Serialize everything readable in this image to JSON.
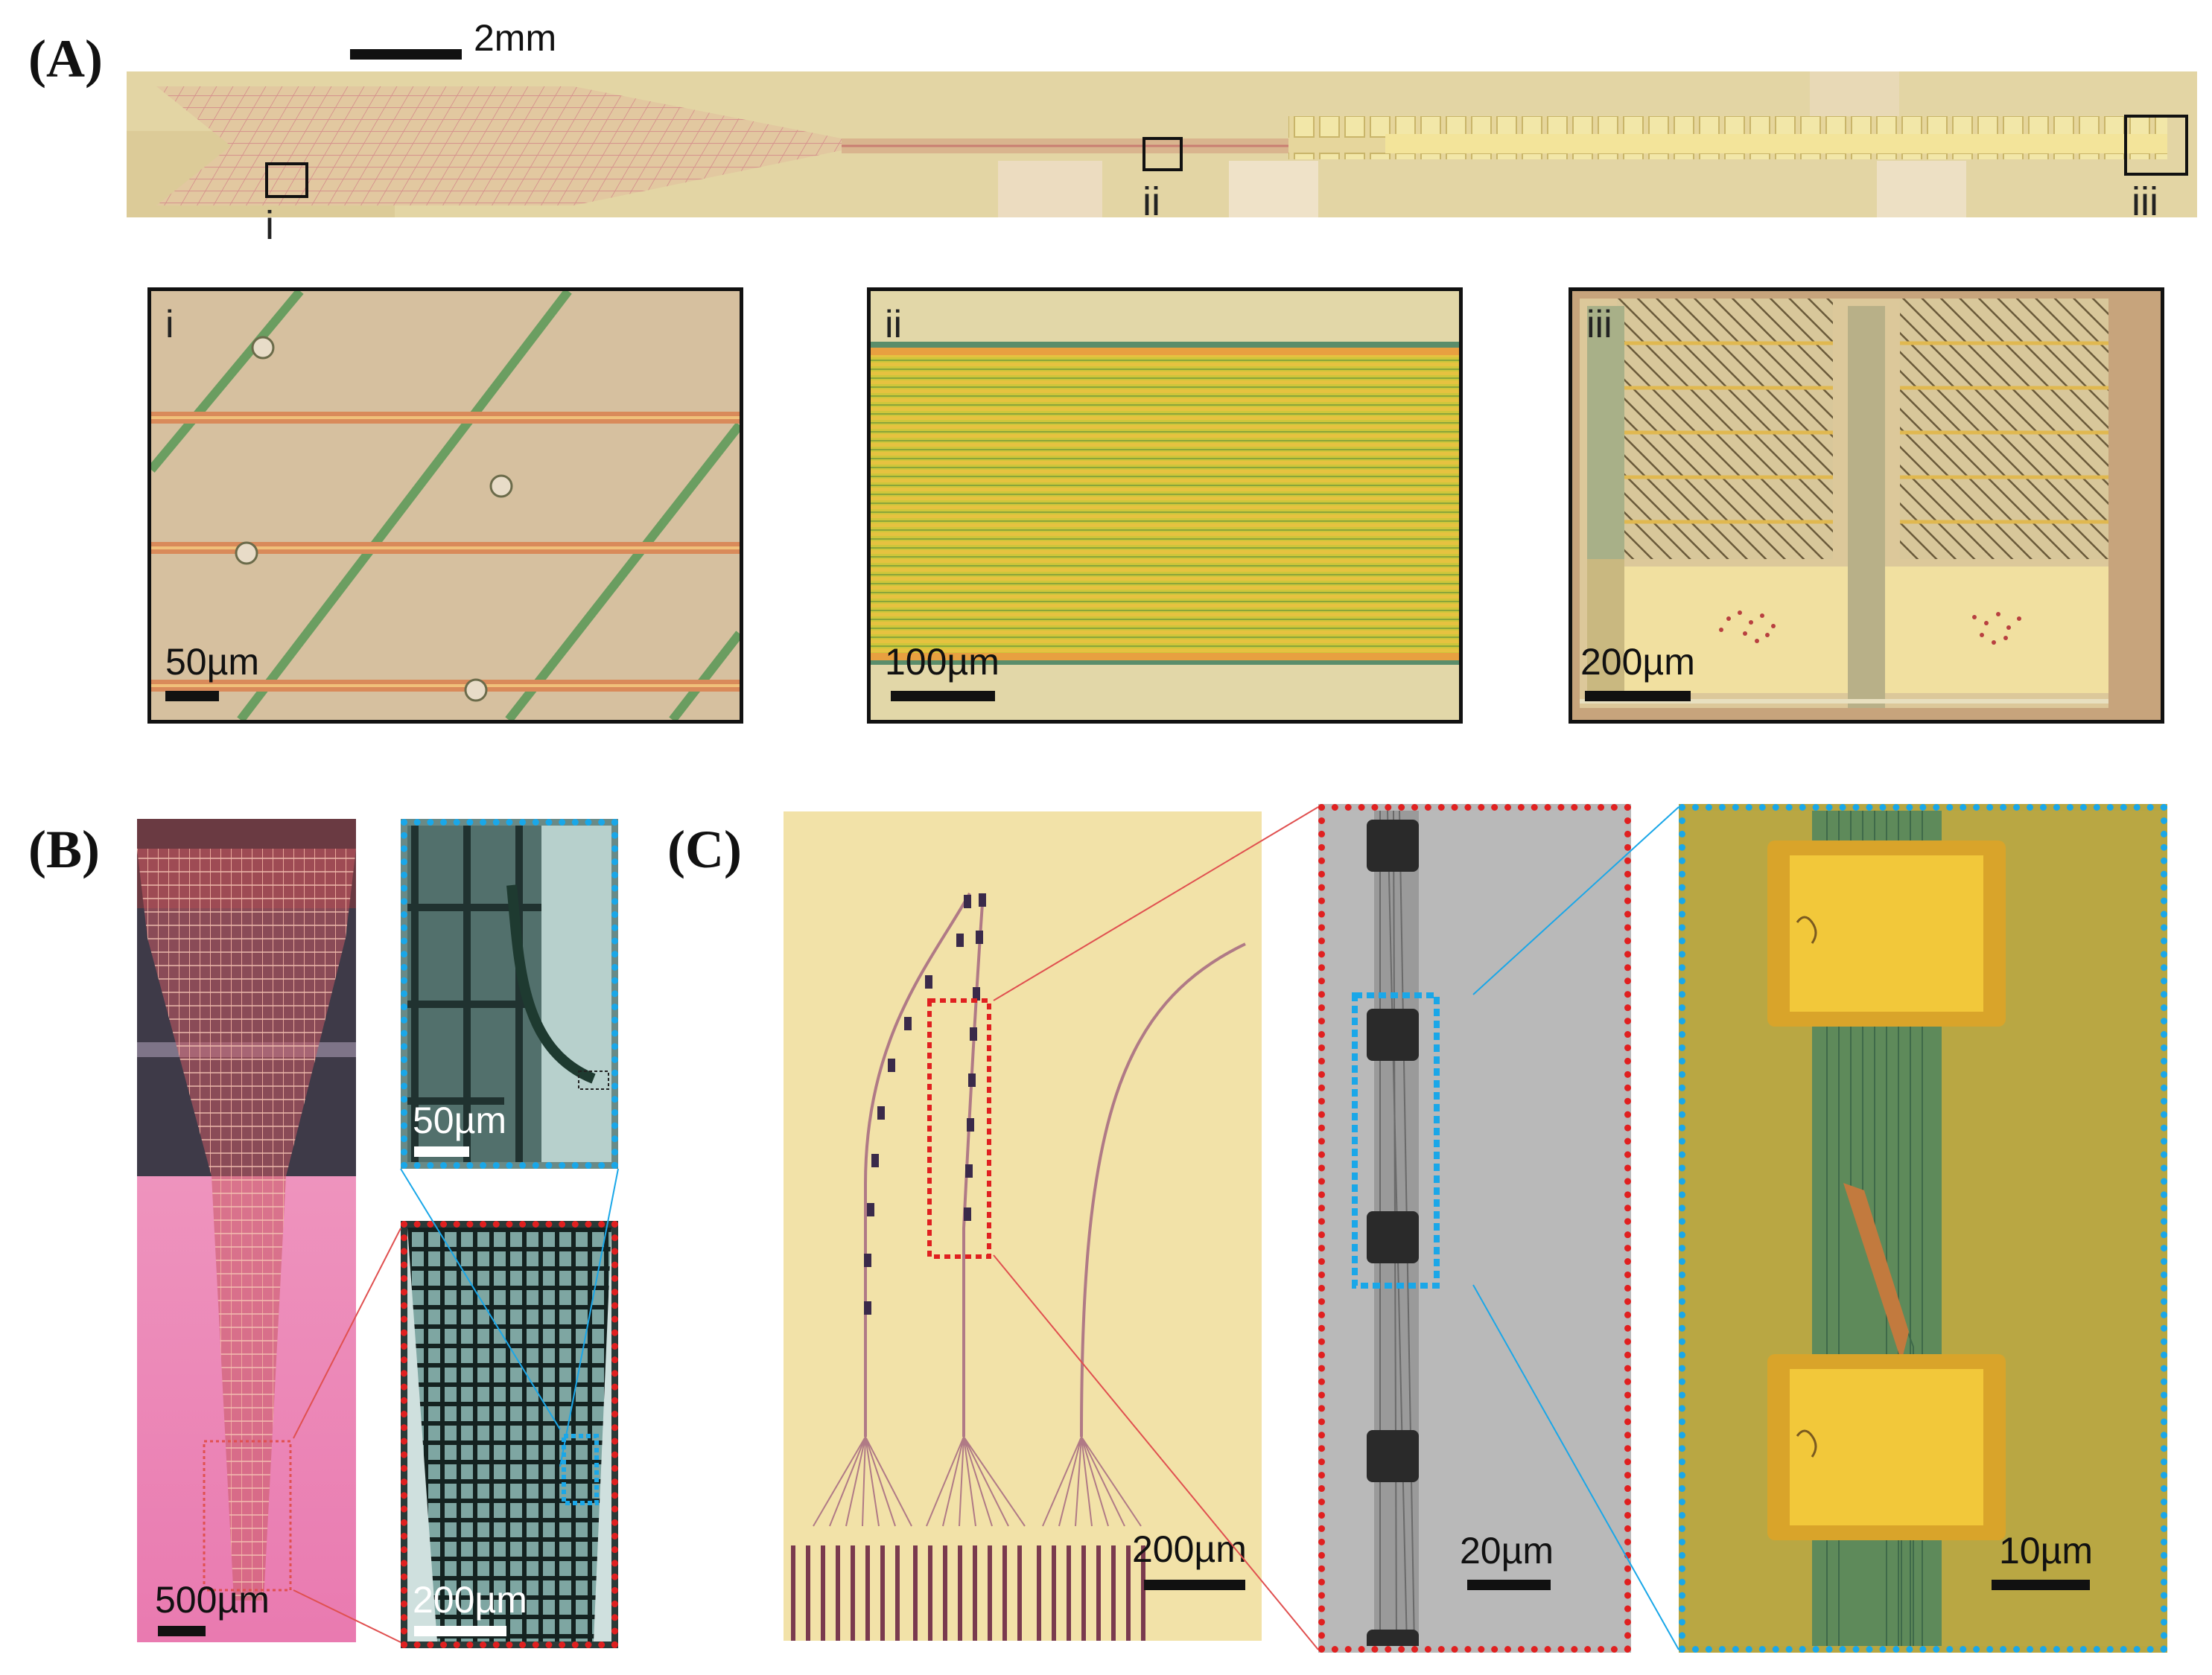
{
  "figure": {
    "panels": {
      "A": {
        "label": "(A)",
        "scalebar": "2mm",
        "callouts": [
          "i",
          "ii",
          "iii"
        ],
        "insets": [
          {
            "id": "i",
            "label": "i",
            "scalebar": "50µm"
          },
          {
            "id": "ii",
            "label": "ii",
            "scalebar": "100µm"
          },
          {
            "id": "iii",
            "label": "iii",
            "scalebar": "200µm"
          }
        ]
      },
      "B": {
        "label": "(B)",
        "scalebar_main": "500µm",
        "inset_top_scalebar": "50µm",
        "inset_bottom_scalebar": "200µm"
      },
      "C": {
        "label": "(C)",
        "scalebar_main": "200µm",
        "inset_mid_scalebar": "20µm",
        "inset_right_scalebar": "10µm"
      }
    },
    "colors": {
      "red_dotted": "#e02020",
      "blue_dotted": "#1aa7e8",
      "gold_bg": "#e3d5a4",
      "pink_bg": "#e87aa8"
    }
  }
}
